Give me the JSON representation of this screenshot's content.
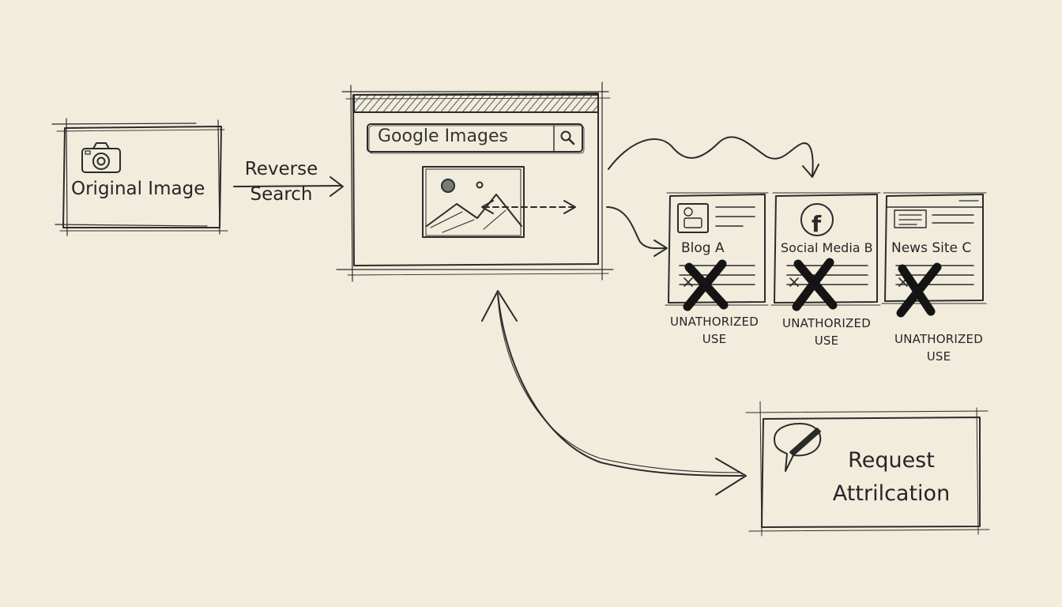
{
  "colors": {
    "paper": "#f1ecdc",
    "ink": "#2b2b2b",
    "x_mark": "#141414"
  },
  "original": {
    "label": "Original Image",
    "icon": "camera-icon"
  },
  "reverse_search": {
    "line1": "Reverse",
    "line2": "Search"
  },
  "browser": {
    "search_text": "Google Images",
    "search_icon": "search-icon",
    "image_icon": "landscape-image-icon"
  },
  "sites": [
    {
      "title": "Blog A",
      "icon": "profile-card-icon",
      "status": "UNATHORIZED",
      "status2": "USE"
    },
    {
      "title": "Social Media B",
      "icon": "facebook-icon",
      "status": "UNATHORIZED",
      "status2": "USE"
    },
    {
      "title": "News Site C",
      "icon": "newspaper-icon",
      "status": "UNATHORIZED",
      "status2": "USE"
    }
  ],
  "request": {
    "line1": "Request",
    "line2": "Attrilcation",
    "icon": "speech-bubble-pencil-icon"
  }
}
